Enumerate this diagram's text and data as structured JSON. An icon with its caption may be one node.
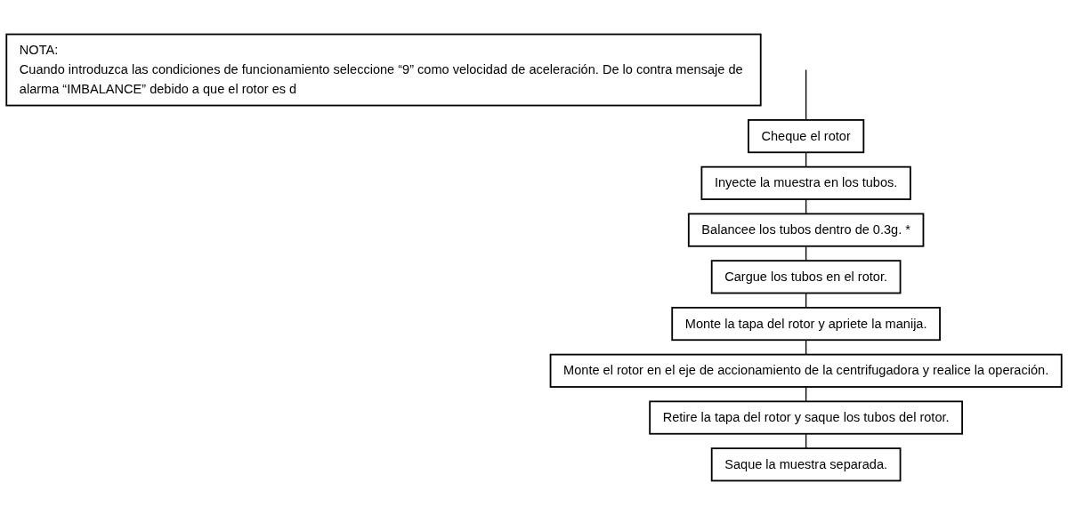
{
  "diagram": {
    "nodes": [
      {
        "text": [
          "Cheque el rotor"
        ]
      },
      {
        "text": [
          "Inyecte la muestra en los tubos."
        ]
      },
      {
        "text": [
          "Balancee los tubos dentro de 0.3g. *"
        ]
      },
      {
        "text": [
          "Cargue los tubos en el rotor."
        ]
      },
      {
        "text": [
          "Monte la tapa del rotor y apriete la manija."
        ]
      },
      {
        "text": [
          "Monte el rotor en el eje de accionamiento de la centrifugadora y realice la operación."
        ]
      },
      {
        "text": [
          "NOTA:",
          "Cuando introduzca las condiciones de funcionamiento seleccione “9” como velocidad de aceleración. De lo contra mensaje de alarma “IMBALANCE” debido a que el rotor es d"
        ]
      },
      {
        "text": [
          "Retire la tapa del rotor y saque los tubos del rotor."
        ]
      },
      {
        "text": [
          "Saque la muestra separada."
        ]
      }
    ],
    "edges": [
      {
        "from": null,
        "to": 0,
        "arrow": "none"
      },
      {
        "from": 0,
        "to": 1,
        "arrow": "none"
      },
      {
        "from": 1,
        "to": 2,
        "arrow": "none"
      },
      {
        "from": 2,
        "to": 3,
        "arrow": "none"
      },
      {
        "from": 3,
        "to": 4,
        "arrow": "none"
      },
      {
        "from": 4,
        "to": 5,
        "arrow": "none"
      },
      {
        "from": 5,
        "to": 7,
        "arrow": "none"
      },
      {
        "from": 7,
        "to": 8,
        "arrow": "none"
      }
    ]
  }
}
